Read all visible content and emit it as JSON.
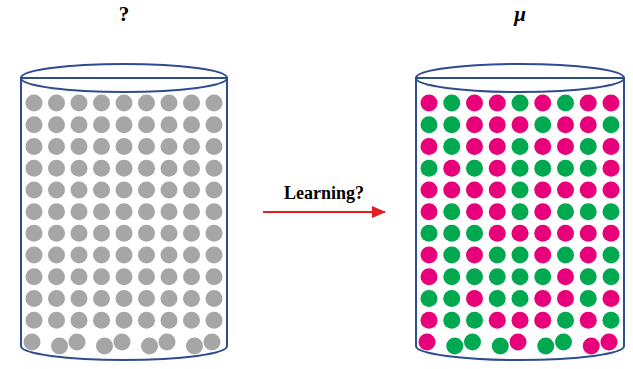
{
  "diagram": {
    "nodes": [
      {
        "text": [
          "?"
        ]
      },
      {
        "text": [
          "μ"
        ]
      }
    ],
    "edges": [
      {
        "from": 0,
        "to": 1,
        "label": "Learning?",
        "arrow": "to"
      }
    ]
  }
}
